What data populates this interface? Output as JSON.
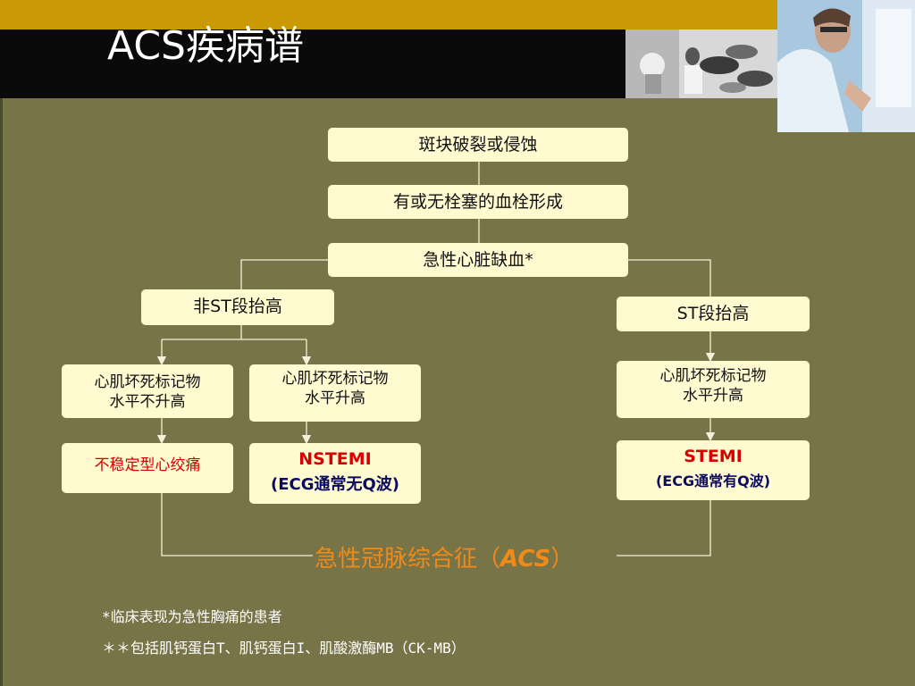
{
  "slide": {
    "title": "ACS疾病谱"
  },
  "flow": {
    "plaque": "斑块破裂或侵蚀",
    "thrombus": "有或无栓塞的血栓形成",
    "ischemia": "急性心脏缺血*",
    "non_st": "非ST段抬高",
    "st": "ST段抬高",
    "marker_not_raised_line1": "心肌坏死标记物",
    "marker_not_raised_line2": "水平不升高",
    "marker_raised_mid_line1": "心肌坏死标记物",
    "marker_raised_mid_line2": "水平升高",
    "marker_raised_right_line1": "心肌坏死标记物",
    "marker_raised_right_line2": "水平升高",
    "unstable_angina": "不稳定型心绞痛",
    "nstemi": "NSTEMI",
    "nstemi_sub": "(ECG通常无Q波)",
    "stemi": "STEMI",
    "stemi_sub": "(ECG通常有Q波)",
    "acs_text": "急性冠脉综合征",
    "acs_paren_open": "（",
    "acs_abbr": "ACS",
    "acs_paren_close": "）"
  },
  "notes": {
    "note1": "*临床表现为急性胸痛的患者",
    "note2": "＊＊包括肌钙蛋白T、肌钙蛋白I、肌酸激酶MB（CK-MB）"
  },
  "colors": {
    "background": "#777448",
    "header_gold": "#c99a06",
    "header_black": "#0a0a0a",
    "box_fill": "#fffad0",
    "red_text": "#d60000",
    "acs_orange": "#f08a18",
    "connector": "#f4f0d8"
  }
}
